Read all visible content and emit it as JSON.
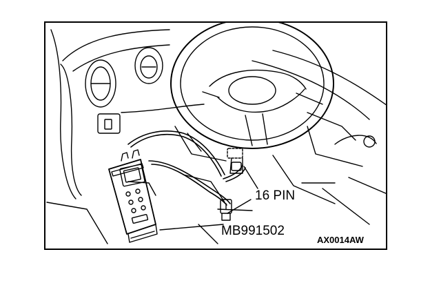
{
  "diagram": {
    "callouts": {
      "connector_pin": "16 PIN",
      "tool_number": "MB991502"
    },
    "figure_code": "AX0014AW",
    "colors": {
      "line": "#000000",
      "background": "#ffffff"
    }
  }
}
